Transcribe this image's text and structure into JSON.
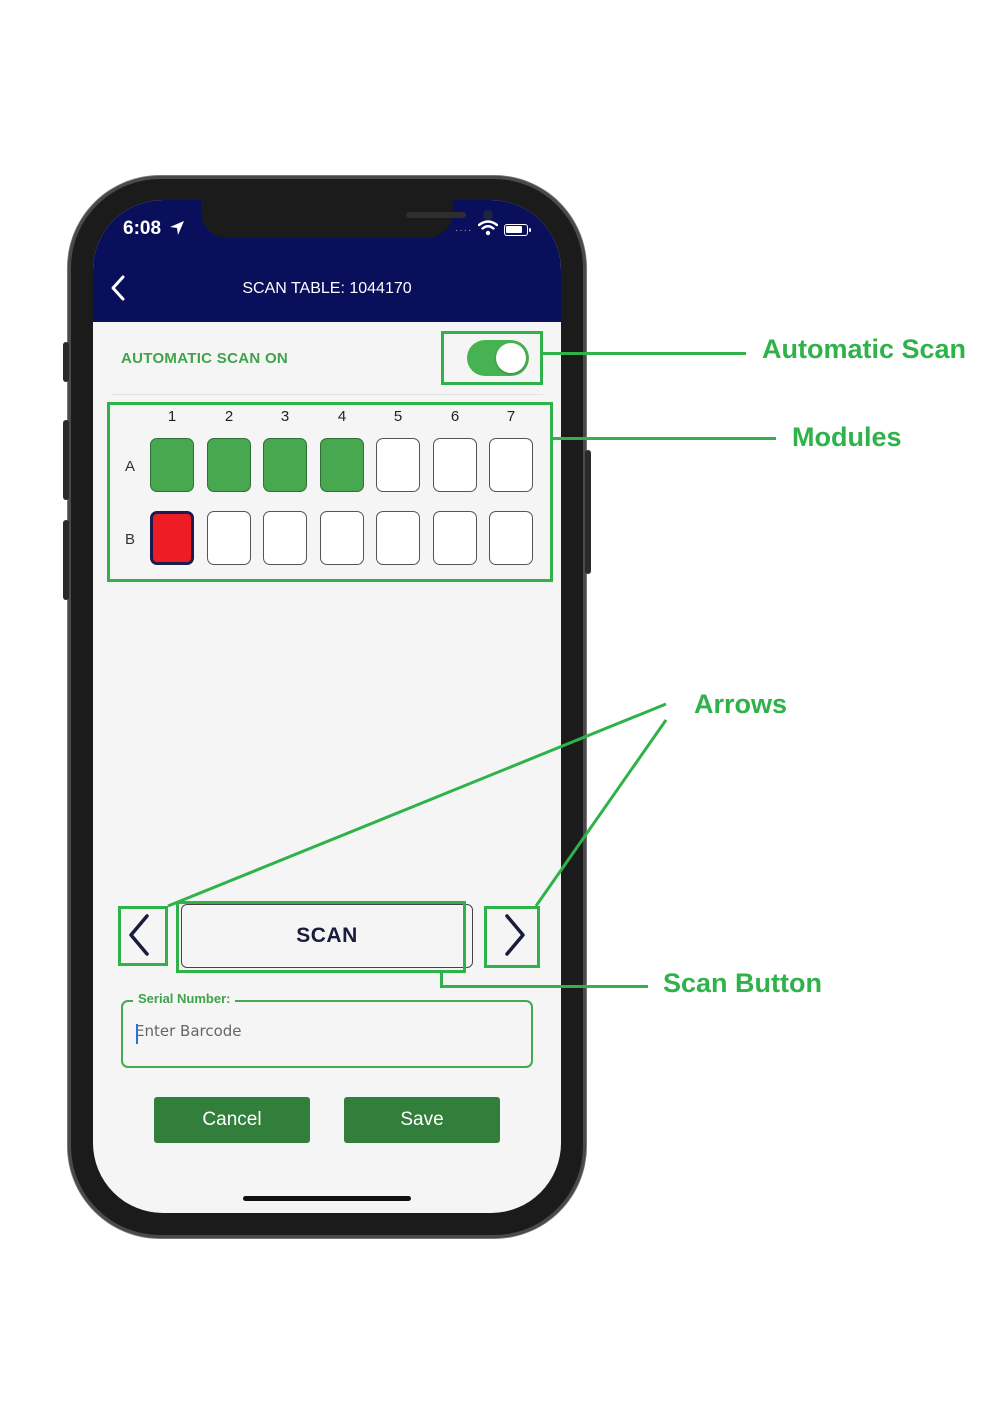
{
  "status_bar": {
    "time": "6:08"
  },
  "nav": {
    "title": "SCAN TABLE: 1044170"
  },
  "auto_scan": {
    "label": "AUTOMATIC SCAN ON",
    "enabled": true
  },
  "grid": {
    "columns": [
      "1",
      "2",
      "3",
      "4",
      "5",
      "6",
      "7"
    ],
    "rows": [
      {
        "label": "A",
        "cells": [
          "filled",
          "filled",
          "filled",
          "filled",
          "empty",
          "empty",
          "empty"
        ]
      },
      {
        "label": "B",
        "cells": [
          "error",
          "empty",
          "empty",
          "empty",
          "empty",
          "empty",
          "empty"
        ]
      }
    ]
  },
  "scan_button": {
    "label": "SCAN"
  },
  "serial": {
    "label": "Serial Number:",
    "placeholder": "Enter Barcode",
    "value": ""
  },
  "actions": {
    "cancel_label": "Cancel",
    "save_label": "Save"
  },
  "annotations": {
    "automatic_scan": "Automatic Scan",
    "modules": "Modules",
    "arrows": "Arrows",
    "scan_button": "Scan Button"
  },
  "colors": {
    "nav_bg": "#0a0f5c",
    "accent_green": "#46b252",
    "button_green": "#327f3b",
    "error_red": "#ee1c25",
    "annotation_green": "#2fb24a"
  }
}
